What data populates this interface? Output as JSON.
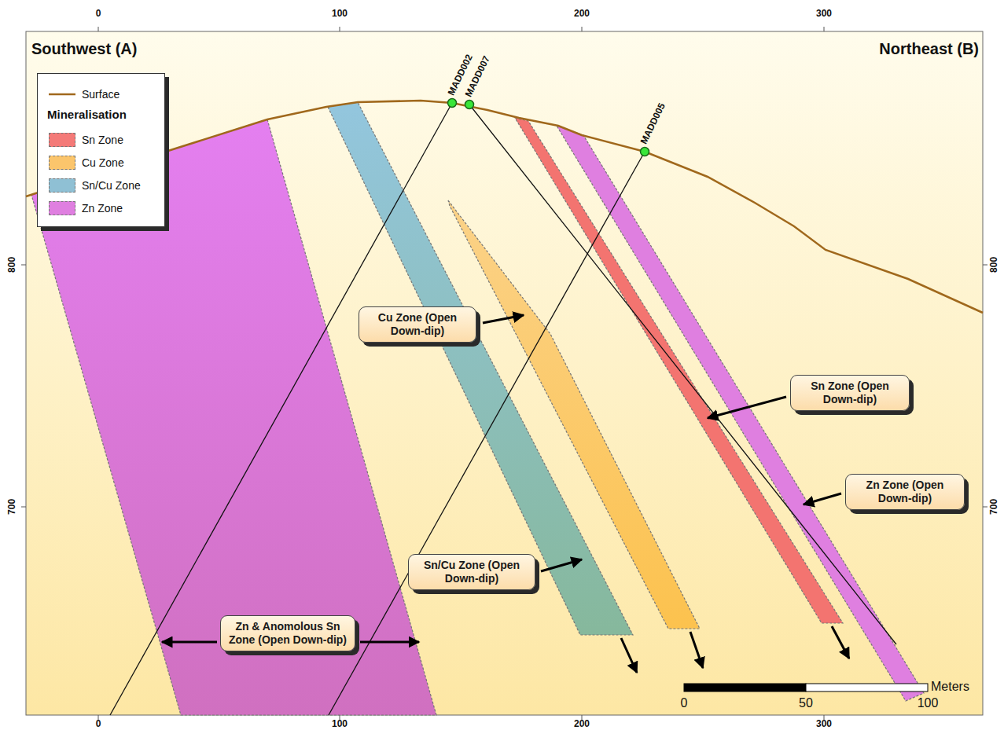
{
  "diagram": {
    "nodes": [
      {
        "text": [
          "Cu Zone (Open Down-dip)"
        ]
      },
      {
        "text": [
          "Sn Zone (Open Down-dip)"
        ]
      },
      {
        "text": [
          "Zn Zone (Open Down-dip)"
        ]
      },
      {
        "text": [
          "Sn/Cu Zone (Open Down-dip)"
        ]
      },
      {
        "text": [
          "Zn & Anomolous Sn Zone (Open Down-dip)"
        ]
      }
    ],
    "labels": [
      "Southwest (A)",
      "Northeast (B)",
      "0",
      "100",
      "200",
      "300",
      "0",
      "100",
      "200",
      "300",
      "800",
      "700",
      "800",
      "700",
      "MADD002",
      "MADD007",
      "MADD005",
      "Mineralisation",
      "0",
      "50",
      "100",
      "Meters"
    ],
    "legend": [
      {
        "text": "Surface"
      },
      {
        "text": "Sn Zone",
        "color": "#f47a78"
      },
      {
        "text": "Cu Zone",
        "color": "#fbc56c"
      },
      {
        "text": "Sn/Cu Zone",
        "color": "#8fc0d4"
      },
      {
        "text": "Zn Zone",
        "color": "#df7fe0"
      }
    ]
  }
}
